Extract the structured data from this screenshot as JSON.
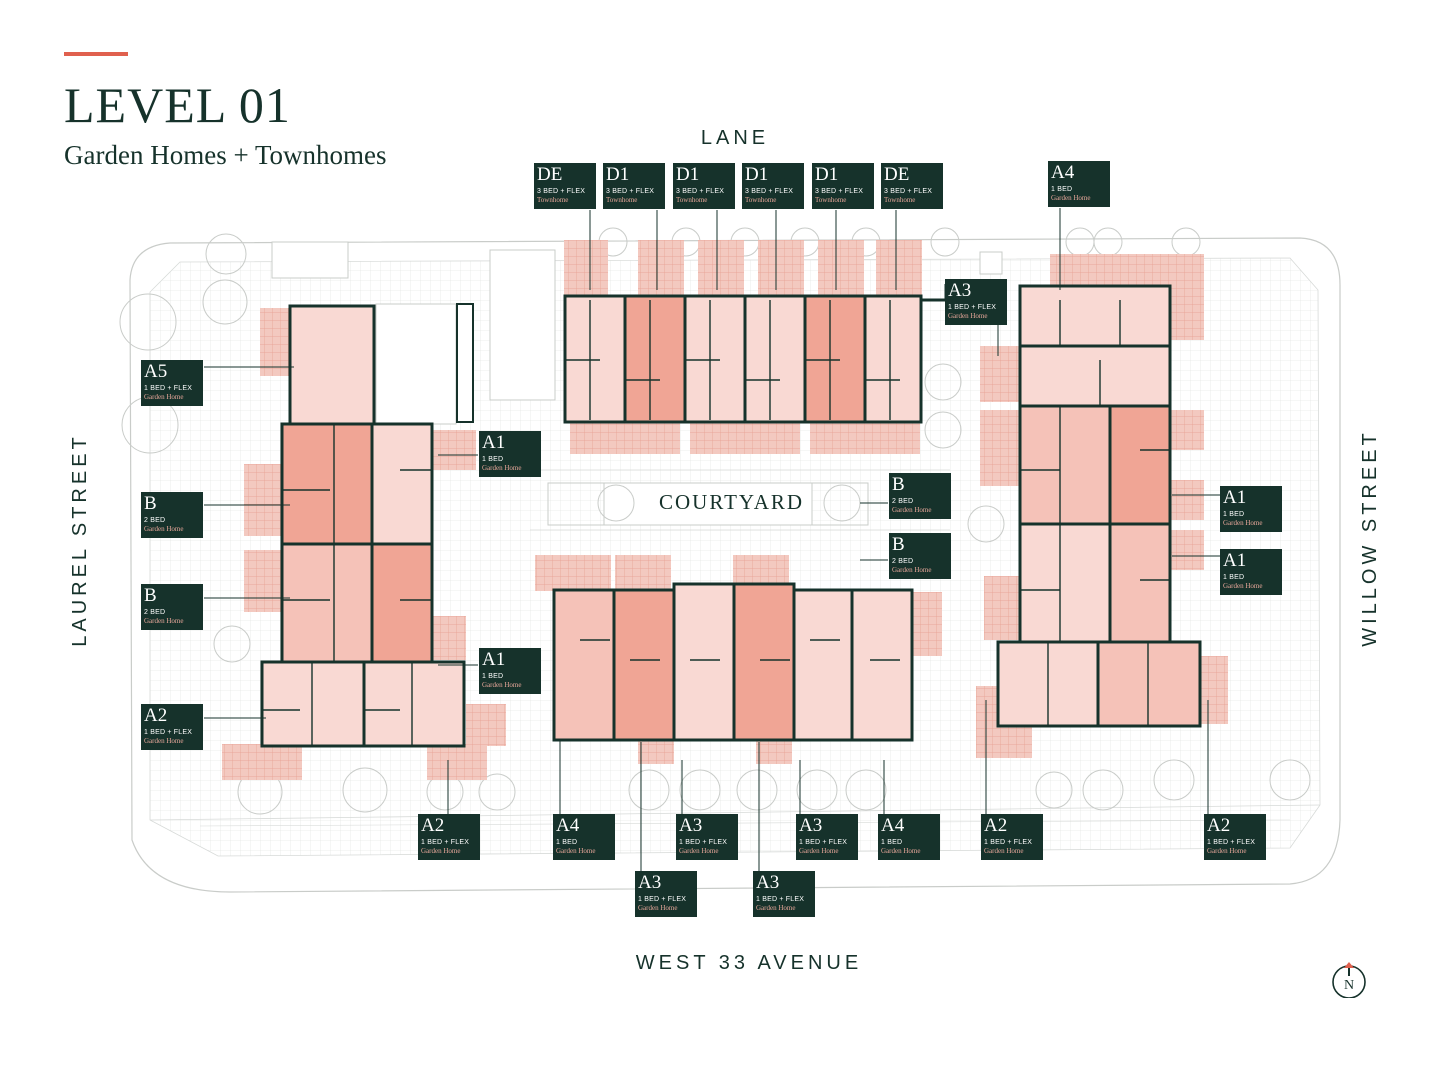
{
  "header": {
    "title": "LEVEL 01",
    "subtitle": "Garden Homes + Townhomes"
  },
  "streets": {
    "north": "LANE",
    "south": "WEST 33 AVENUE",
    "west": "LAUREL STREET",
    "east": "WILLOW STREET"
  },
  "courtyard_label": "COURTYARD",
  "compass_label": "N",
  "colors": {
    "accent": "#e0604e",
    "tag_background": "#16322b",
    "tag_kind_text": "#e8a79a",
    "unit_light": "#f9d9d3",
    "unit_mid": "#f5c2b8",
    "unit_dark": "#f0a595",
    "patio": "#f3c9c0",
    "wall": "#16322b",
    "site_line": "#c9ccc9"
  },
  "unit_tags": [
    {
      "code": "DE",
      "beds": "3 BED + FLEX",
      "kind": "Townhome"
    },
    {
      "code": "D1",
      "beds": "3 BED + FLEX",
      "kind": "Townhome"
    },
    {
      "code": "D1",
      "beds": "3 BED + FLEX",
      "kind": "Townhome"
    },
    {
      "code": "D1",
      "beds": "3 BED + FLEX",
      "kind": "Townhome"
    },
    {
      "code": "D1",
      "beds": "3 BED + FLEX",
      "kind": "Townhome"
    },
    {
      "code": "DE",
      "beds": "3 BED + FLEX",
      "kind": "Townhome"
    },
    {
      "code": "A4",
      "beds": "1 BED",
      "kind": "Garden Home"
    },
    {
      "code": "A3",
      "beds": "1 BED + FLEX",
      "kind": "Garden Home"
    },
    {
      "code": "A5",
      "beds": "1 BED + FLEX",
      "kind": "Garden Home"
    },
    {
      "code": "A1",
      "beds": "1 BED",
      "kind": "Garden Home"
    },
    {
      "code": "B",
      "beds": "2 BED",
      "kind": "Garden Home"
    },
    {
      "code": "B",
      "beds": "2 BED",
      "kind": "Garden Home"
    },
    {
      "code": "B",
      "beds": "2 BED",
      "kind": "Garden Home"
    },
    {
      "code": "B",
      "beds": "2 BED",
      "kind": "Garden Home"
    },
    {
      "code": "A1",
      "beds": "1 BED",
      "kind": "Garden Home"
    },
    {
      "code": "A1",
      "beds": "1 BED",
      "kind": "Garden Home"
    },
    {
      "code": "A1",
      "beds": "1 BED",
      "kind": "Garden Home"
    },
    {
      "code": "A2",
      "beds": "1 BED + FLEX",
      "kind": "Garden Home"
    },
    {
      "code": "A2",
      "beds": "1 BED + FLEX",
      "kind": "Garden Home"
    },
    {
      "code": "A4",
      "beds": "1 BED",
      "kind": "Garden Home"
    },
    {
      "code": "A3",
      "beds": "1 BED + FLEX",
      "kind": "Garden Home"
    },
    {
      "code": "A3",
      "beds": "1 BED + FLEX",
      "kind": "Garden Home"
    },
    {
      "code": "A4",
      "beds": "1 BED",
      "kind": "Garden Home"
    },
    {
      "code": "A2",
      "beds": "1 BED + FLEX",
      "kind": "Garden Home"
    },
    {
      "code": "A2",
      "beds": "1 BED + FLEX",
      "kind": "Garden Home"
    },
    {
      "code": "A3",
      "beds": "1 BED + FLEX",
      "kind": "Garden Home"
    },
    {
      "code": "A3",
      "beds": "1 BED + FLEX",
      "kind": "Garden Home"
    }
  ]
}
